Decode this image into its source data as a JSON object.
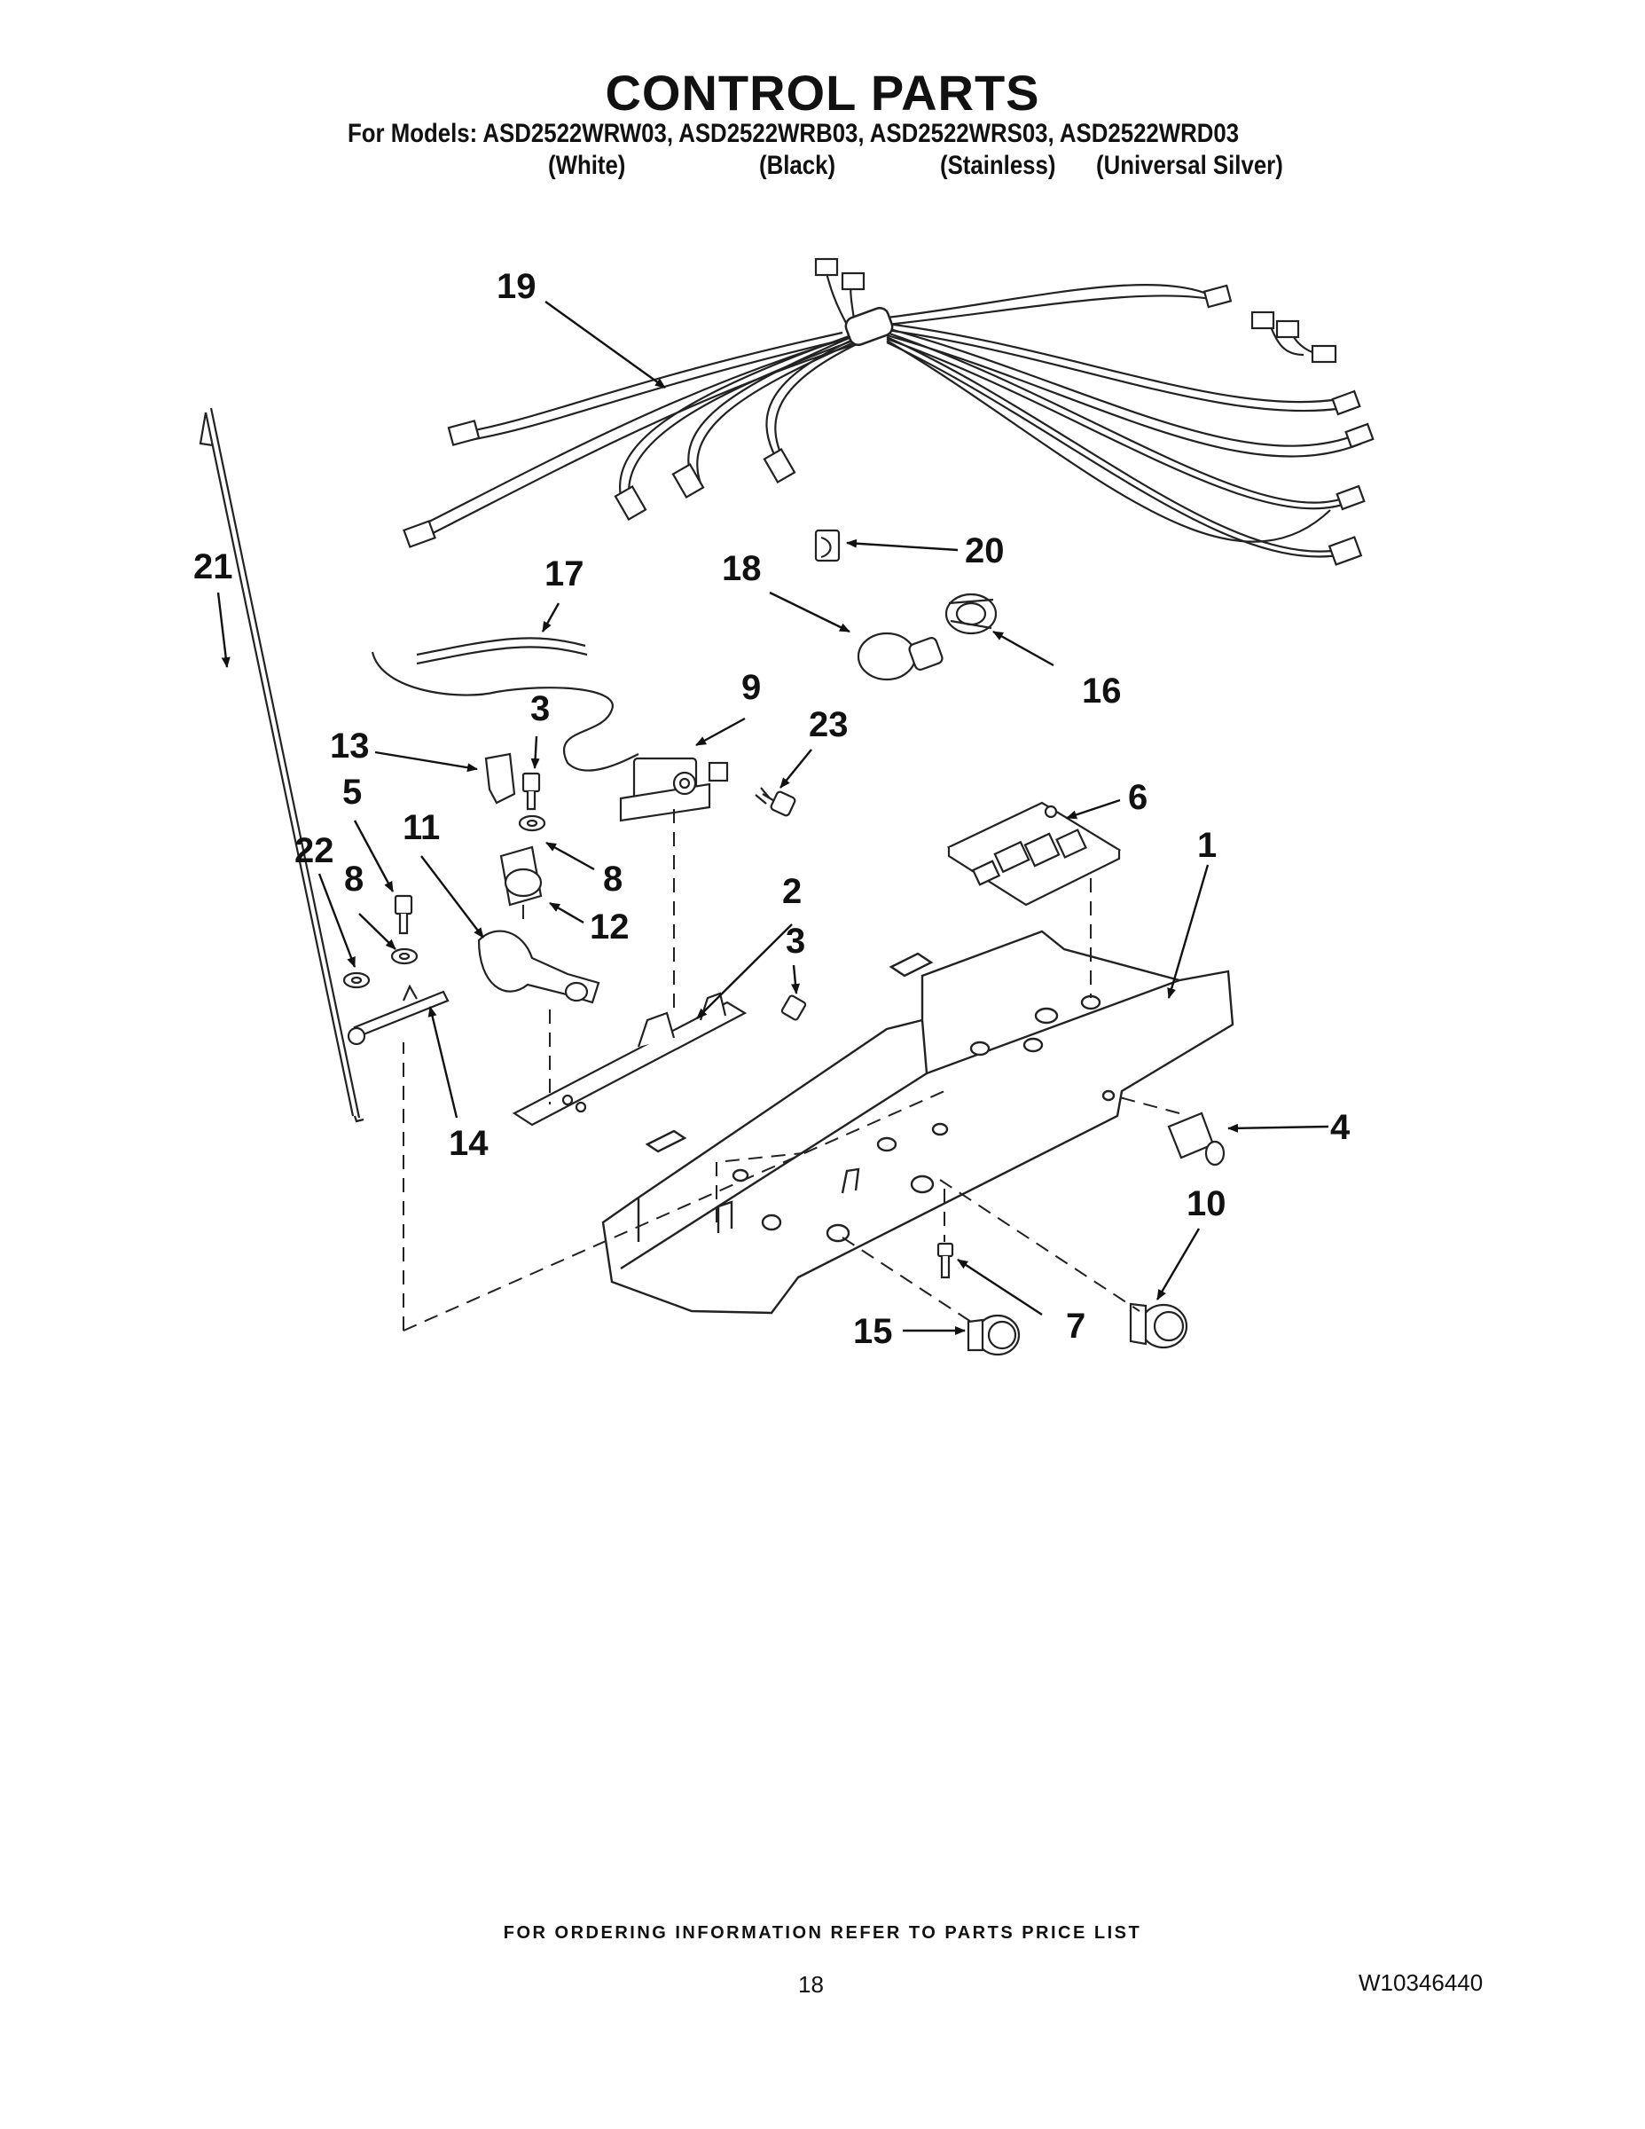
{
  "header": {
    "title": "CONTROL PARTS",
    "models_line": "For Models: ASD2522WRW03, ASD2522WRB03, ASD2522WRS03, ASD2522WRD03",
    "variants": [
      "(White)",
      "(Black)",
      "(Stainless)",
      "(Universal Silver)"
    ]
  },
  "part_labels": [
    "19",
    "21",
    "17",
    "18",
    "20",
    "16",
    "3",
    "13",
    "9",
    "23",
    "5",
    "11",
    "8",
    "12",
    "6",
    "22",
    "8",
    "1",
    "2",
    "3",
    "14",
    "4",
    "10",
    "15",
    "7"
  ],
  "footer": {
    "ordering_note": "FOR ORDERING INFORMATION REFER TO PARTS PRICE LIST",
    "page_number": "18",
    "document_id": "W10346440"
  }
}
